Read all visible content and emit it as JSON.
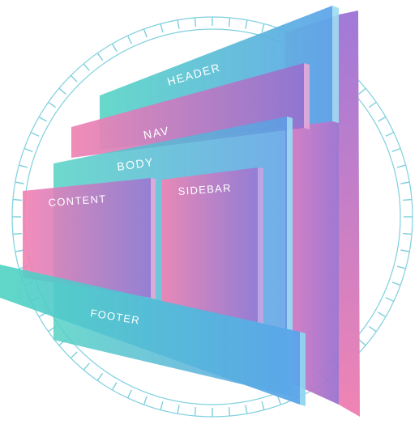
{
  "diagram": {
    "layers": {
      "header": {
        "label": "HEADER"
      },
      "nav": {
        "label": "NAV"
      },
      "body": {
        "label": "BODY"
      },
      "content": {
        "label": "CONTENT"
      },
      "sidebar": {
        "label": "SIDEBAR"
      },
      "footer": {
        "label": "FOOTER"
      }
    },
    "colors": {
      "teal": "#4dd2c3",
      "sky": "#5bb9ec",
      "blue": "#5aa0e6",
      "pink": "#f084b4",
      "purple": "#9b6fcf",
      "ring": "#7fd0de"
    }
  }
}
